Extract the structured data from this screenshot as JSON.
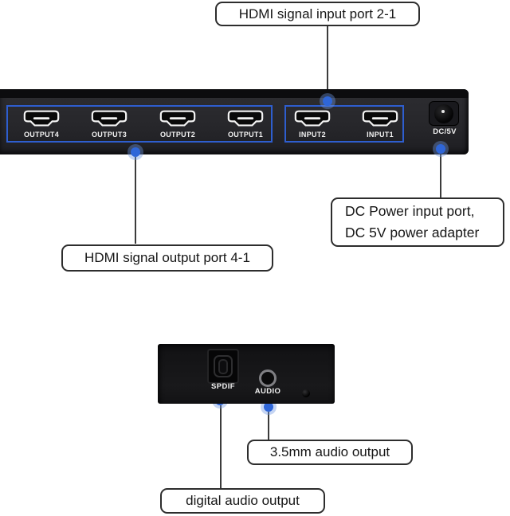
{
  "diagram": {
    "background": "#ffffff",
    "colors": {
      "accent_blue_outline": "#2e5ecf",
      "pointer_dot_blue": "#2f66d8",
      "panel_body": "#27272b",
      "front_panel_body": "#151517",
      "callout_border": "#2d2d2d",
      "callout_text": "#161616",
      "port_label_white": "#f2f2f2"
    },
    "callouts": {
      "hdmi_input": "HDMI signal input port 2-1",
      "dc_power_line1": "DC Power input port,",
      "dc_power_line2": "DC 5V power adapter",
      "hdmi_output": "HDMI signal output port 4-1",
      "audio_35mm": "3.5mm audio output",
      "digital_audio": "digital audio output"
    },
    "rear_panel": {
      "output_ports": [
        {
          "label": "OUTPUT4"
        },
        {
          "label": "OUTPUT3"
        },
        {
          "label": "OUTPUT2"
        },
        {
          "label": "OUTPUT1"
        }
      ],
      "input_ports": [
        {
          "label": "INPUT2"
        },
        {
          "label": "INPUT1"
        }
      ],
      "dc_label": "DC/5V"
    },
    "front_panel": {
      "spdif_label": "SPDIF",
      "audio_label": "AUDIO"
    },
    "icons": {
      "hdmi_port": "hdmi-trapezoid-socket",
      "dc_jack": "round-barrel-socket",
      "spdif_port": "toslink-optical-socket",
      "audio_jack": "3.5mm-round-socket"
    }
  }
}
